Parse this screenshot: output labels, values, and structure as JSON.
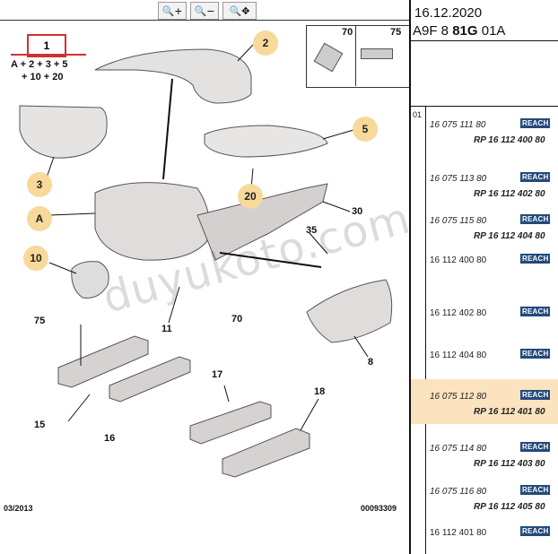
{
  "toolbar": {
    "zoom_in": "🔍+",
    "zoom_out": "🔍−",
    "zoom_move": "🔍✥"
  },
  "header": {
    "date": "16.12.2020",
    "code_prefix": "A9F 8",
    "code_bold": "81G",
    "code_suffix": "01A"
  },
  "diagram": {
    "kit_key": "1",
    "formula_line1": "A + 2 + 3 + 5",
    "formula_line2": "+ 10 + 20",
    "fasteners": {
      "left": "70",
      "right": "75"
    },
    "callouts": {
      "c2": "2",
      "c3": "3",
      "cA": "A",
      "c5": "5",
      "c10": "10",
      "c20": "20"
    },
    "labels": {
      "l30": "30",
      "l35": "35",
      "l75": "75",
      "l11": "11",
      "l70": "70",
      "l8": "8",
      "l15": "15",
      "l16": "16",
      "l17": "17",
      "l18": "18"
    },
    "footer_left": "03/2013",
    "footer_right": "00093309",
    "watermark": "duyukoto.com"
  },
  "parts": {
    "group": "01",
    "rows": [
      {
        "num": "16 075 111 80",
        "rp": "RP 16 112 400 80",
        "reach": "REACH",
        "highlight": false,
        "italic": true
      },
      {
        "num": "16 075 113 80",
        "rp": "RP 16 112 402 80",
        "reach": "REACH",
        "highlight": false,
        "italic": true
      },
      {
        "num": "16 075 115 80",
        "rp": "RP 16 112 404 80",
        "reach": "REACH",
        "highlight": false,
        "italic": true
      },
      {
        "num": "16 112 400 80",
        "rp": "",
        "reach": "REACH",
        "highlight": false,
        "italic": false
      },
      {
        "num": "16 112 402 80",
        "rp": "",
        "reach": "REACH",
        "highlight": false,
        "italic": false
      },
      {
        "num": "16 112 404 80",
        "rp": "",
        "reach": "REACH",
        "highlight": false,
        "italic": false
      },
      {
        "num": "16 075 112 80",
        "rp": "RP 16 112 401 80",
        "reach": "REACH",
        "highlight": true,
        "italic": true
      },
      {
        "num": "16 075 114 80",
        "rp": "RP 16 112 403 80",
        "reach": "REACH",
        "highlight": false,
        "italic": true
      },
      {
        "num": "16 075 116 80",
        "rp": "RP 16 112 405 80",
        "reach": "REACH",
        "highlight": false,
        "italic": true
      },
      {
        "num": "16 112 401 80",
        "rp": "",
        "reach": "REACH",
        "highlight": false,
        "italic": false
      }
    ]
  }
}
